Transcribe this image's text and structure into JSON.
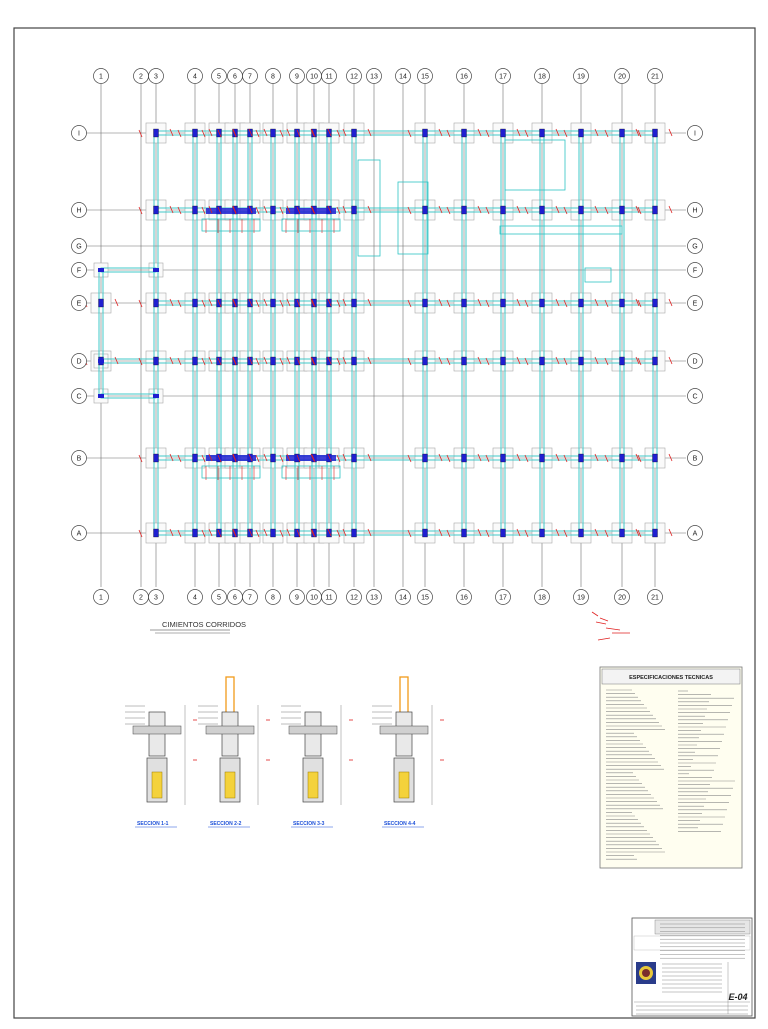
{
  "plan": {
    "column_axes": [
      "1",
      "2",
      "3",
      "4",
      "5",
      "6",
      "7",
      "8",
      "9",
      "10",
      "11",
      "12",
      "13",
      "14",
      "15",
      "16",
      "17",
      "18",
      "19",
      "20",
      "21"
    ],
    "row_axes": [
      "I",
      "H",
      "G",
      "F",
      "E",
      "D",
      "C",
      "B",
      "A"
    ],
    "section_title": "CIMIENTOS CORRIDOS",
    "colors": {
      "grid": "#6f6f6f",
      "foundation": "#2ec4c4",
      "column": "#1f1fd0",
      "rebar": "#e02020",
      "footing_box": "#a8a8a8"
    }
  },
  "details": [
    {
      "label": "SECCION 1-1"
    },
    {
      "label": "SECCION 2-2"
    },
    {
      "label": "SECCION 3-3"
    },
    {
      "label": "SECCION 4-4"
    }
  ],
  "specs": {
    "title": "ESPECIFICACIONES TECNICAS"
  },
  "title_block": {
    "sheet_number": "E-04"
  }
}
